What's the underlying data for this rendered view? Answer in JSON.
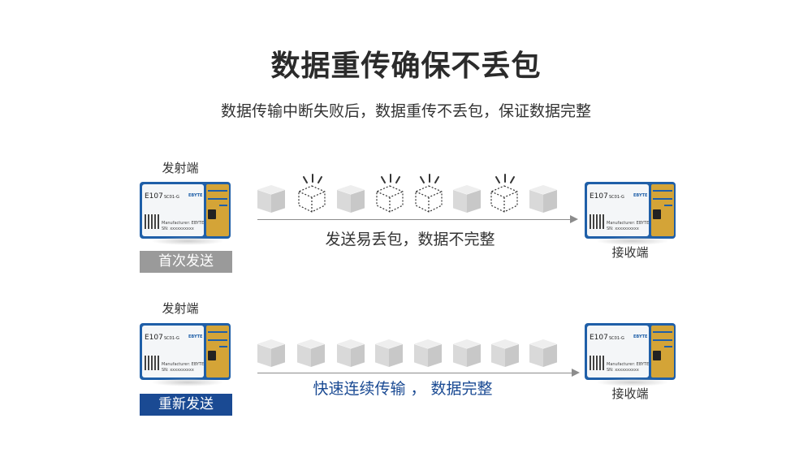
{
  "title": "数据重传确保不丢包",
  "subtitle": "数据传输中断失败后，数据重传不丢包，保证数据完整",
  "module": {
    "model": "E107",
    "sub": "SC01-G",
    "brand": "EBYTE",
    "manufacturer": "Manufacturer: EBYTE",
    "sn": "SN: xxxxxxxxxx"
  },
  "rows": [
    {
      "sender_label": "发射端",
      "receiver_label": "接收端",
      "button_label": "首次发送",
      "button_color": "#9a9a9a",
      "caption": "发送易丢包，数据不完整",
      "caption_color": "#333333"
    },
    {
      "sender_label": "发射端",
      "receiver_label": "接收端",
      "button_label": "重新发送",
      "button_color": "#1a4a93",
      "caption": "快速连续传输 ，  数据完整",
      "caption_color": "#1a4a93"
    }
  ],
  "colors": {
    "packet_fill": "#d9d9d9",
    "arrow": "#8c8c8c",
    "module_blue": "#1f5fa8",
    "antenna_gold": "#d4a437"
  },
  "icons": {
    "packet": "cube-icon",
    "lost_packet": "dashed-cube-icon",
    "arrow": "arrow-right-icon"
  }
}
